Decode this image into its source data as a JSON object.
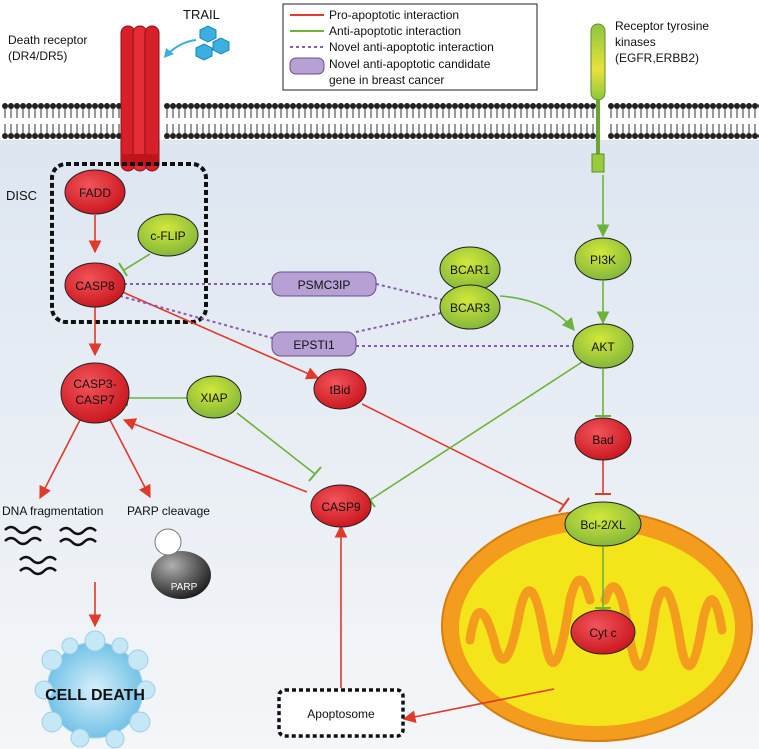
{
  "legend": {
    "items": [
      {
        "label": "Pro-apoptotic interaction",
        "kind": "pro"
      },
      {
        "label": "Anti-apoptotic interaction",
        "kind": "anti"
      },
      {
        "label": "Novel anti-apoptotic interaction",
        "kind": "novel"
      },
      {
        "label": "Novel anti-apoptotic candidate",
        "label2": "gene in breast cancer",
        "kind": "gene"
      }
    ]
  },
  "labels": {
    "trail": "TRAIL",
    "death_receptor_1": "Death receptor",
    "death_receptor_2": "(DR4/DR5)",
    "rtk_1": "Receptor tyrosine",
    "rtk_2": "kinases",
    "rtk_3": "(EGFR,ERBB2)",
    "disc": "DISC",
    "dna_fragmentation": "DNA fragmentation",
    "parp_cleavage": "PARP cleavage",
    "parp": "PARP",
    "cell_death": "CELL DEATH",
    "apoptosome": "Apoptosome"
  },
  "nodes": {
    "fadd": "FADD",
    "cflip": "c-FLIP",
    "casp8": "CASP8",
    "casp3_a": "CASP3-",
    "casp3_b": "CASP7",
    "xiap": "XIAP",
    "tbid": "tBid",
    "casp9": "CASP9",
    "psmc3ip": "PSMC3IP",
    "epsti1": "EPSTI1",
    "bcar1": "BCAR1",
    "bcar3": "BCAR3",
    "pi3k": "PI3K",
    "akt": "AKT",
    "bad": "Bad",
    "bcl2": "Bcl-2/XL",
    "cytc": "Cyt c"
  },
  "colors": {
    "pro": "#e03a2a",
    "anti": "#6bb33a",
    "novel": "#8a5ab0",
    "red_node": "#e0242b",
    "green_node": "#a8cf3d",
    "purple_node": "#b6a0d4",
    "mito_outer": "#f39c1e",
    "mito_inner": "#f4e51a",
    "membrane": "#222222",
    "cytoplasm": "#e9eef5"
  }
}
